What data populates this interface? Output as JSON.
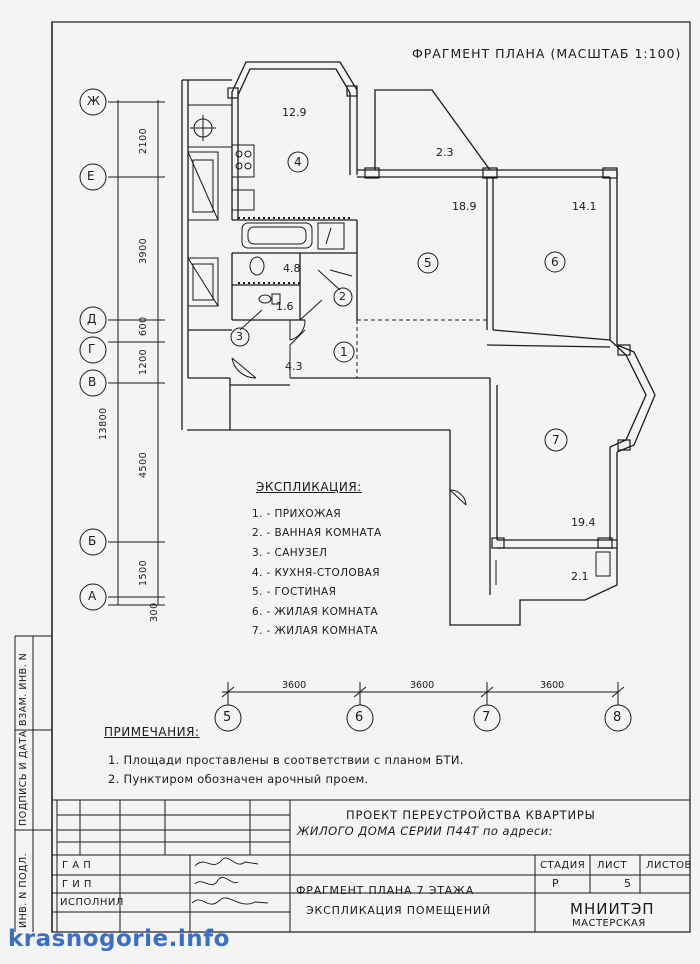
{
  "header": {
    "title": "ФРАГМЕНТ ПЛАНА (МАСШТАБ 1:100)"
  },
  "axes_letters": [
    "Ж",
    "Е",
    "Д",
    "Г",
    "В",
    "Б",
    "А"
  ],
  "axes_numbers": [
    "5",
    "6",
    "7",
    "8"
  ],
  "vertical_dims": [
    "2100",
    "3900",
    "600",
    "1200",
    "4500",
    "1500",
    "300",
    "13800"
  ],
  "horizontal_dims": [
    "3600",
    "3600",
    "3600"
  ],
  "rooms": [
    {
      "num": "1",
      "area": "4.3"
    },
    {
      "num": "2",
      "area": "4.8"
    },
    {
      "num": "3",
      "area": "1.6"
    },
    {
      "num": "4",
      "area": "12.9"
    },
    {
      "num": "5",
      "area": "18.9"
    },
    {
      "num": "6",
      "area": "14.1"
    },
    {
      "num": "7",
      "area": "19.4"
    }
  ],
  "balconies": [
    "2.3",
    "2.1"
  ],
  "legend": {
    "title": "ЭКСПЛИКАЦИЯ:",
    "items": [
      "1.  - ПРИХОЖАЯ",
      "2.  - ВАННАЯ КОМНАТА",
      "3.  - САНУЗЕЛ",
      "4.  - КУХНЯ-СТОЛОВАЯ",
      "5.  - ГОСТИНАЯ",
      "6.  - ЖИЛАЯ КОМНАТА",
      "7.  - ЖИЛАЯ КОМНАТА"
    ]
  },
  "notes": {
    "title": "ПРИМЕЧАНИЯ:",
    "items": [
      "1. Площади проставлены в соответствии с планом БТИ.",
      "2. Пунктиром обозначен арочный проем."
    ]
  },
  "side_labels": [
    "ВЗАМ. ИНВ. N",
    "ПОДПИСЬ И ДАТА",
    "ИНВ. N ПОДЛ."
  ],
  "stamp": {
    "project_line1": "ПРОЕКТ ПЕРЕУСТРОЙСТВА КВАРТИРЫ",
    "project_line2": "ЖИЛОГО ДОМА СЕРИИ П44Т по адреси:",
    "roles": [
      "Г А П",
      "Г И П",
      "ИСПОЛНИЛ"
    ],
    "sheet_title1": "ФРАГМЕНТ ПЛАНА 7 ЭТАЖА",
    "sheet_title2": "ЭКСПЛИКАЦИЯ ПОМЕЩЕНИЙ",
    "stage_label": "СТАДИЯ",
    "sheet_label": "ЛИСТ",
    "sheets_label": "ЛИСТОВ",
    "stage_value": "Р",
    "sheet_value": "5",
    "org": "МНИИТЭП",
    "dept": "МАСТЕРСКАЯ"
  },
  "watermark": "krasnogorie.info"
}
